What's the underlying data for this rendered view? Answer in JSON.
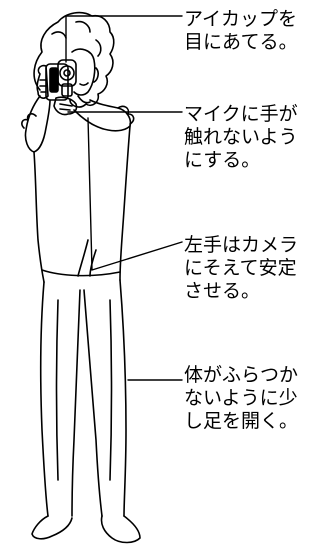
{
  "annotations": [
    {
      "id": "eyecup",
      "lines": [
        "アイカップを",
        "目にあてる。"
      ]
    },
    {
      "id": "microphone",
      "lines": [
        "マイクに手が",
        "触れないよう",
        "にする。"
      ]
    },
    {
      "id": "left-hand",
      "lines": [
        "左手はカメラ",
        "にそえて安定",
        "させる。"
      ]
    },
    {
      "id": "stance",
      "lines": [
        "体がふらつか",
        "ないように少",
        "し足を開く。"
      ]
    }
  ],
  "colors": {
    "line": "#000000",
    "background": "#ffffff"
  }
}
